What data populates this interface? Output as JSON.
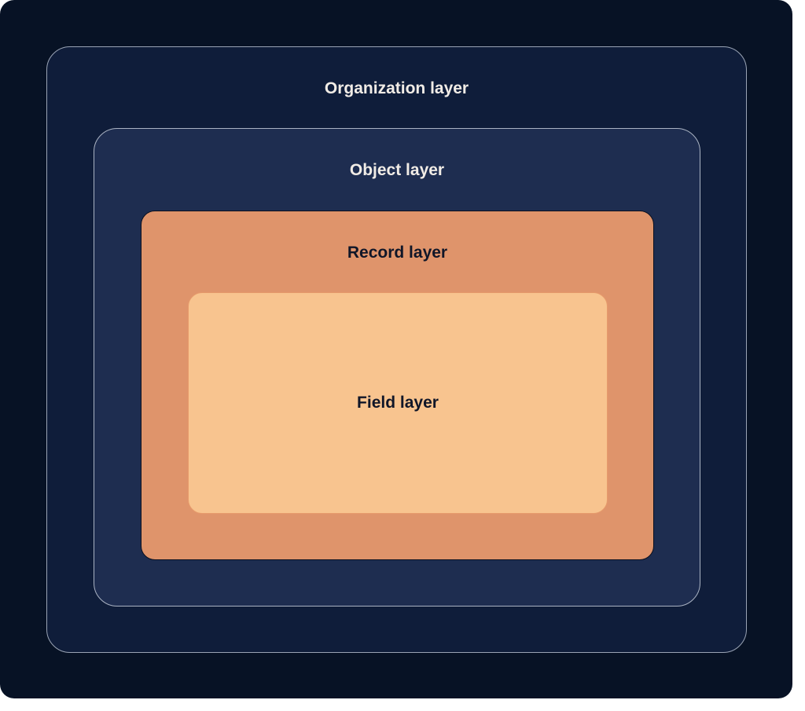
{
  "diagram": {
    "layers": {
      "organization": {
        "label": "Organization layer"
      },
      "object": {
        "label": "Object layer"
      },
      "record": {
        "label": "Record layer"
      },
      "field": {
        "label": "Field layer"
      }
    }
  },
  "colors": {
    "background": "#071225",
    "organization_fill": "#0f1d3a",
    "object_fill": "#1e2d50",
    "record_fill": "#df946b",
    "field_fill": "#f8c48f"
  }
}
